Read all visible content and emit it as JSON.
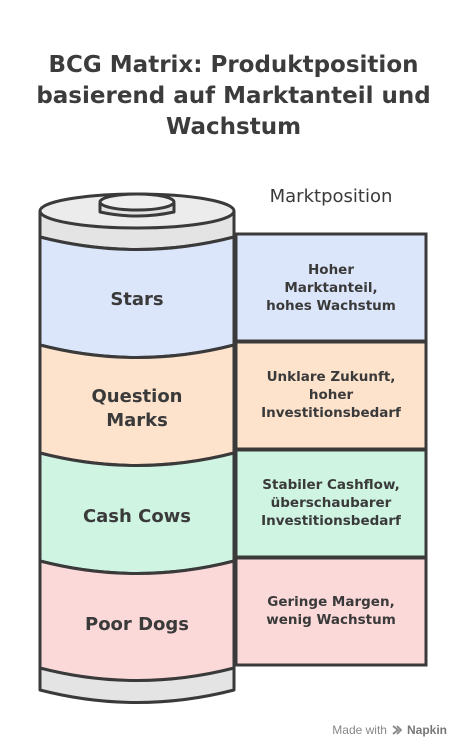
{
  "title_lines": [
    "BCG Matrix: Produktposition",
    "basierend auf Marktanteil und",
    "Wachstum"
  ],
  "position_header": "Marktposition",
  "segments": [
    {
      "label_lines": [
        "Stars"
      ],
      "desc_lines": [
        "Hoher",
        "Marktanteil,",
        "hohes Wachstum"
      ],
      "color": "#dce6fa"
    },
    {
      "label_lines": [
        "Question",
        "Marks"
      ],
      "desc_lines": [
        "Unklare Zukunft,",
        "hoher",
        "Investitionsbedarf"
      ],
      "color": "#fde2cc"
    },
    {
      "label_lines": [
        "Cash Cows"
      ],
      "desc_lines": [
        "Stabiler Cashflow,",
        "überschaubarer",
        "Investitionsbedarf"
      ],
      "color": "#cff5e2"
    },
    {
      "label_lines": [
        "Poor Dogs"
      ],
      "desc_lines": [
        "Geringe Margen,",
        "wenig Wachstum"
      ],
      "color": "#fcd9d9"
    }
  ],
  "footer": {
    "made_with": "Made with",
    "brand": "Napkin"
  }
}
